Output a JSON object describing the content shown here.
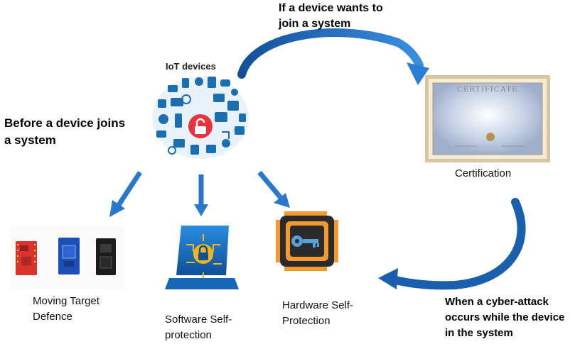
{
  "labels": {
    "if_device_wants_line1": "If a device wants to",
    "if_device_wants_line2": "join a system",
    "before_join_line1": "Before a device joins",
    "before_join_line2": "a system",
    "cyber_attack_line1": "When a cyber-attack",
    "cyber_attack_line2": "occurs while the device",
    "cyber_attack_line3": "in the system",
    "iot_devices": "IoT devices",
    "certification": "Certification",
    "moving_target_line1": "Moving Target",
    "moving_target_line2": "Defence",
    "software_line1": "Software Self-",
    "software_line2": "protection",
    "hardware_line1": "Hardware Self-",
    "hardware_line2": "Protection",
    "certificate_title": "CERTIFICATE"
  },
  "colors": {
    "arrow_blue": "#1f6fc6",
    "arrow_dark": "#14509a",
    "lock_red": "#e8333c",
    "iot_blue": "#1b6fb0",
    "chip_orange": "#f29a2e",
    "chip_dark": "#2b2b2b",
    "cert_frame": "#c8b28a"
  }
}
